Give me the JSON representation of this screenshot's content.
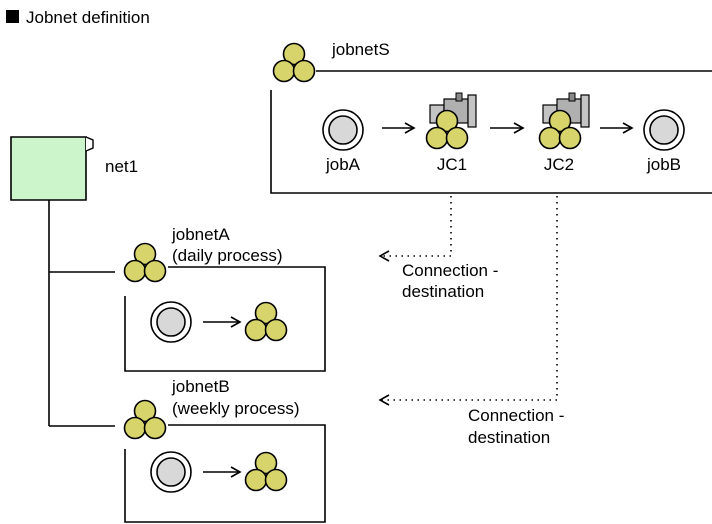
{
  "heading": "Jobnet definition",
  "colors": {
    "jobnet_circle": "#d6d46a",
    "root_jobnet_fill": "#ccf5cc",
    "job_circle_fill": "#d8d8d8",
    "connector_gray": "#9e9e9e"
  },
  "root": {
    "name": "net1"
  },
  "jobnetS": {
    "name": "jobnetS",
    "items": [
      {
        "label": "jobA",
        "icon": "job-icon"
      },
      {
        "label": "JC1",
        "icon": "jobnet-connector-icon"
      },
      {
        "label": "JC2",
        "icon": "jobnet-connector-icon"
      },
      {
        "label": "jobB",
        "icon": "job-icon"
      }
    ]
  },
  "jobnetA": {
    "name": "jobnetA",
    "desc": "(daily process)"
  },
  "jobnetB": {
    "name": "jobnetB",
    "desc": "(weekly process)"
  },
  "connections": [
    {
      "line1": "Connection -",
      "line2": "destination"
    },
    {
      "line1": "Connection -",
      "line2": "destination"
    }
  ]
}
